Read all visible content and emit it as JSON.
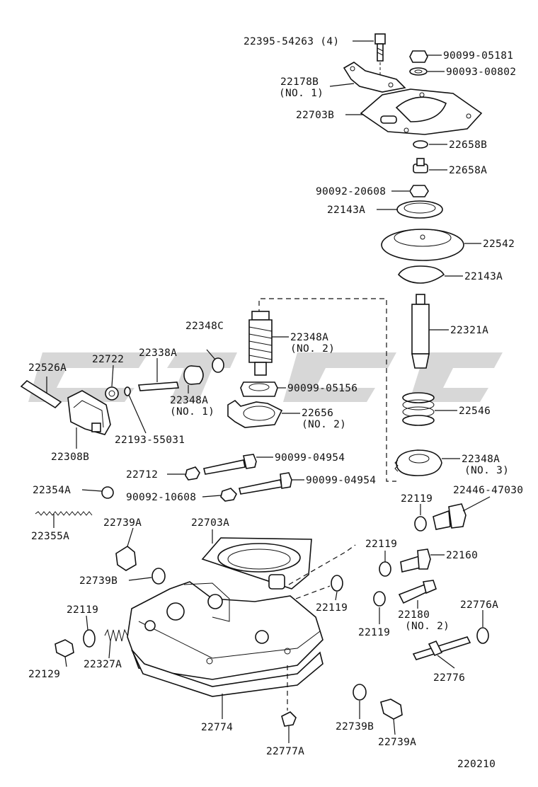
{
  "diagram_code": "220210",
  "watermark_text": "",
  "parts": [
    {
      "id": "p01",
      "label": "22395-54263 (4)"
    },
    {
      "id": "p02",
      "label": "90099-05181"
    },
    {
      "id": "p03",
      "label": "90093-00802"
    },
    {
      "id": "p04",
      "label": "22178B"
    },
    {
      "id": "p05",
      "label": "(NO. 1)"
    },
    {
      "id": "p06",
      "label": "22703B"
    },
    {
      "id": "p07",
      "label": "22658B"
    },
    {
      "id": "p08",
      "label": "22658A"
    },
    {
      "id": "p09",
      "label": "90092-20608"
    },
    {
      "id": "p10",
      "label": "22143A"
    },
    {
      "id": "p11",
      "label": "22542"
    },
    {
      "id": "p12",
      "label": "22143A"
    },
    {
      "id": "p13",
      "label": "22321A"
    },
    {
      "id": "p14",
      "label": "22348C"
    },
    {
      "id": "p15",
      "label": "22348A"
    },
    {
      "id": "p16",
      "label": "(NO. 2)"
    },
    {
      "id": "p17",
      "label": "22722"
    },
    {
      "id": "p18",
      "label": "22338A"
    },
    {
      "id": "p19",
      "label": "22526A"
    },
    {
      "id": "p20",
      "label": "22348A"
    },
    {
      "id": "p21",
      "label": "(NO. 1)"
    },
    {
      "id": "p22",
      "label": "90099-05156"
    },
    {
      "id": "p23",
      "label": "22546"
    },
    {
      "id": "p24",
      "label": "22656"
    },
    {
      "id": "p25",
      "label": "(NO. 2)"
    },
    {
      "id": "p26",
      "label": "22193-55031"
    },
    {
      "id": "p27",
      "label": "22308B"
    },
    {
      "id": "p28",
      "label": "90099-04954"
    },
    {
      "id": "p29",
      "label": "22348A"
    },
    {
      "id": "p30",
      "label": "(NO. 3)"
    },
    {
      "id": "p31",
      "label": "22712"
    },
    {
      "id": "p32",
      "label": "90099-04954"
    },
    {
      "id": "p33",
      "label": "90092-10608"
    },
    {
      "id": "p34",
      "label": "22446-47030"
    },
    {
      "id": "p35",
      "label": "22354A"
    },
    {
      "id": "p36",
      "label": "22119"
    },
    {
      "id": "p37",
      "label": "22355A"
    },
    {
      "id": "p38",
      "label": "22739A"
    },
    {
      "id": "p39",
      "label": "22703A"
    },
    {
      "id": "p40",
      "label": "22119"
    },
    {
      "id": "p41",
      "label": "22160"
    },
    {
      "id": "p42",
      "label": "22739B"
    },
    {
      "id": "p43",
      "label": "22119"
    },
    {
      "id": "p44",
      "label": "22180"
    },
    {
      "id": "p45",
      "label": "(NO. 2)"
    },
    {
      "id": "p46",
      "label": "22776A"
    },
    {
      "id": "p47",
      "label": "22119"
    },
    {
      "id": "p48",
      "label": "22119"
    },
    {
      "id": "p49",
      "label": "22327A"
    },
    {
      "id": "p50",
      "label": "22129"
    },
    {
      "id": "p51",
      "label": "22776"
    },
    {
      "id": "p52",
      "label": "22774"
    },
    {
      "id": "p53",
      "label": "22739B"
    },
    {
      "id": "p54",
      "label": "22739A"
    },
    {
      "id": "p55",
      "label": "22777A"
    }
  ]
}
